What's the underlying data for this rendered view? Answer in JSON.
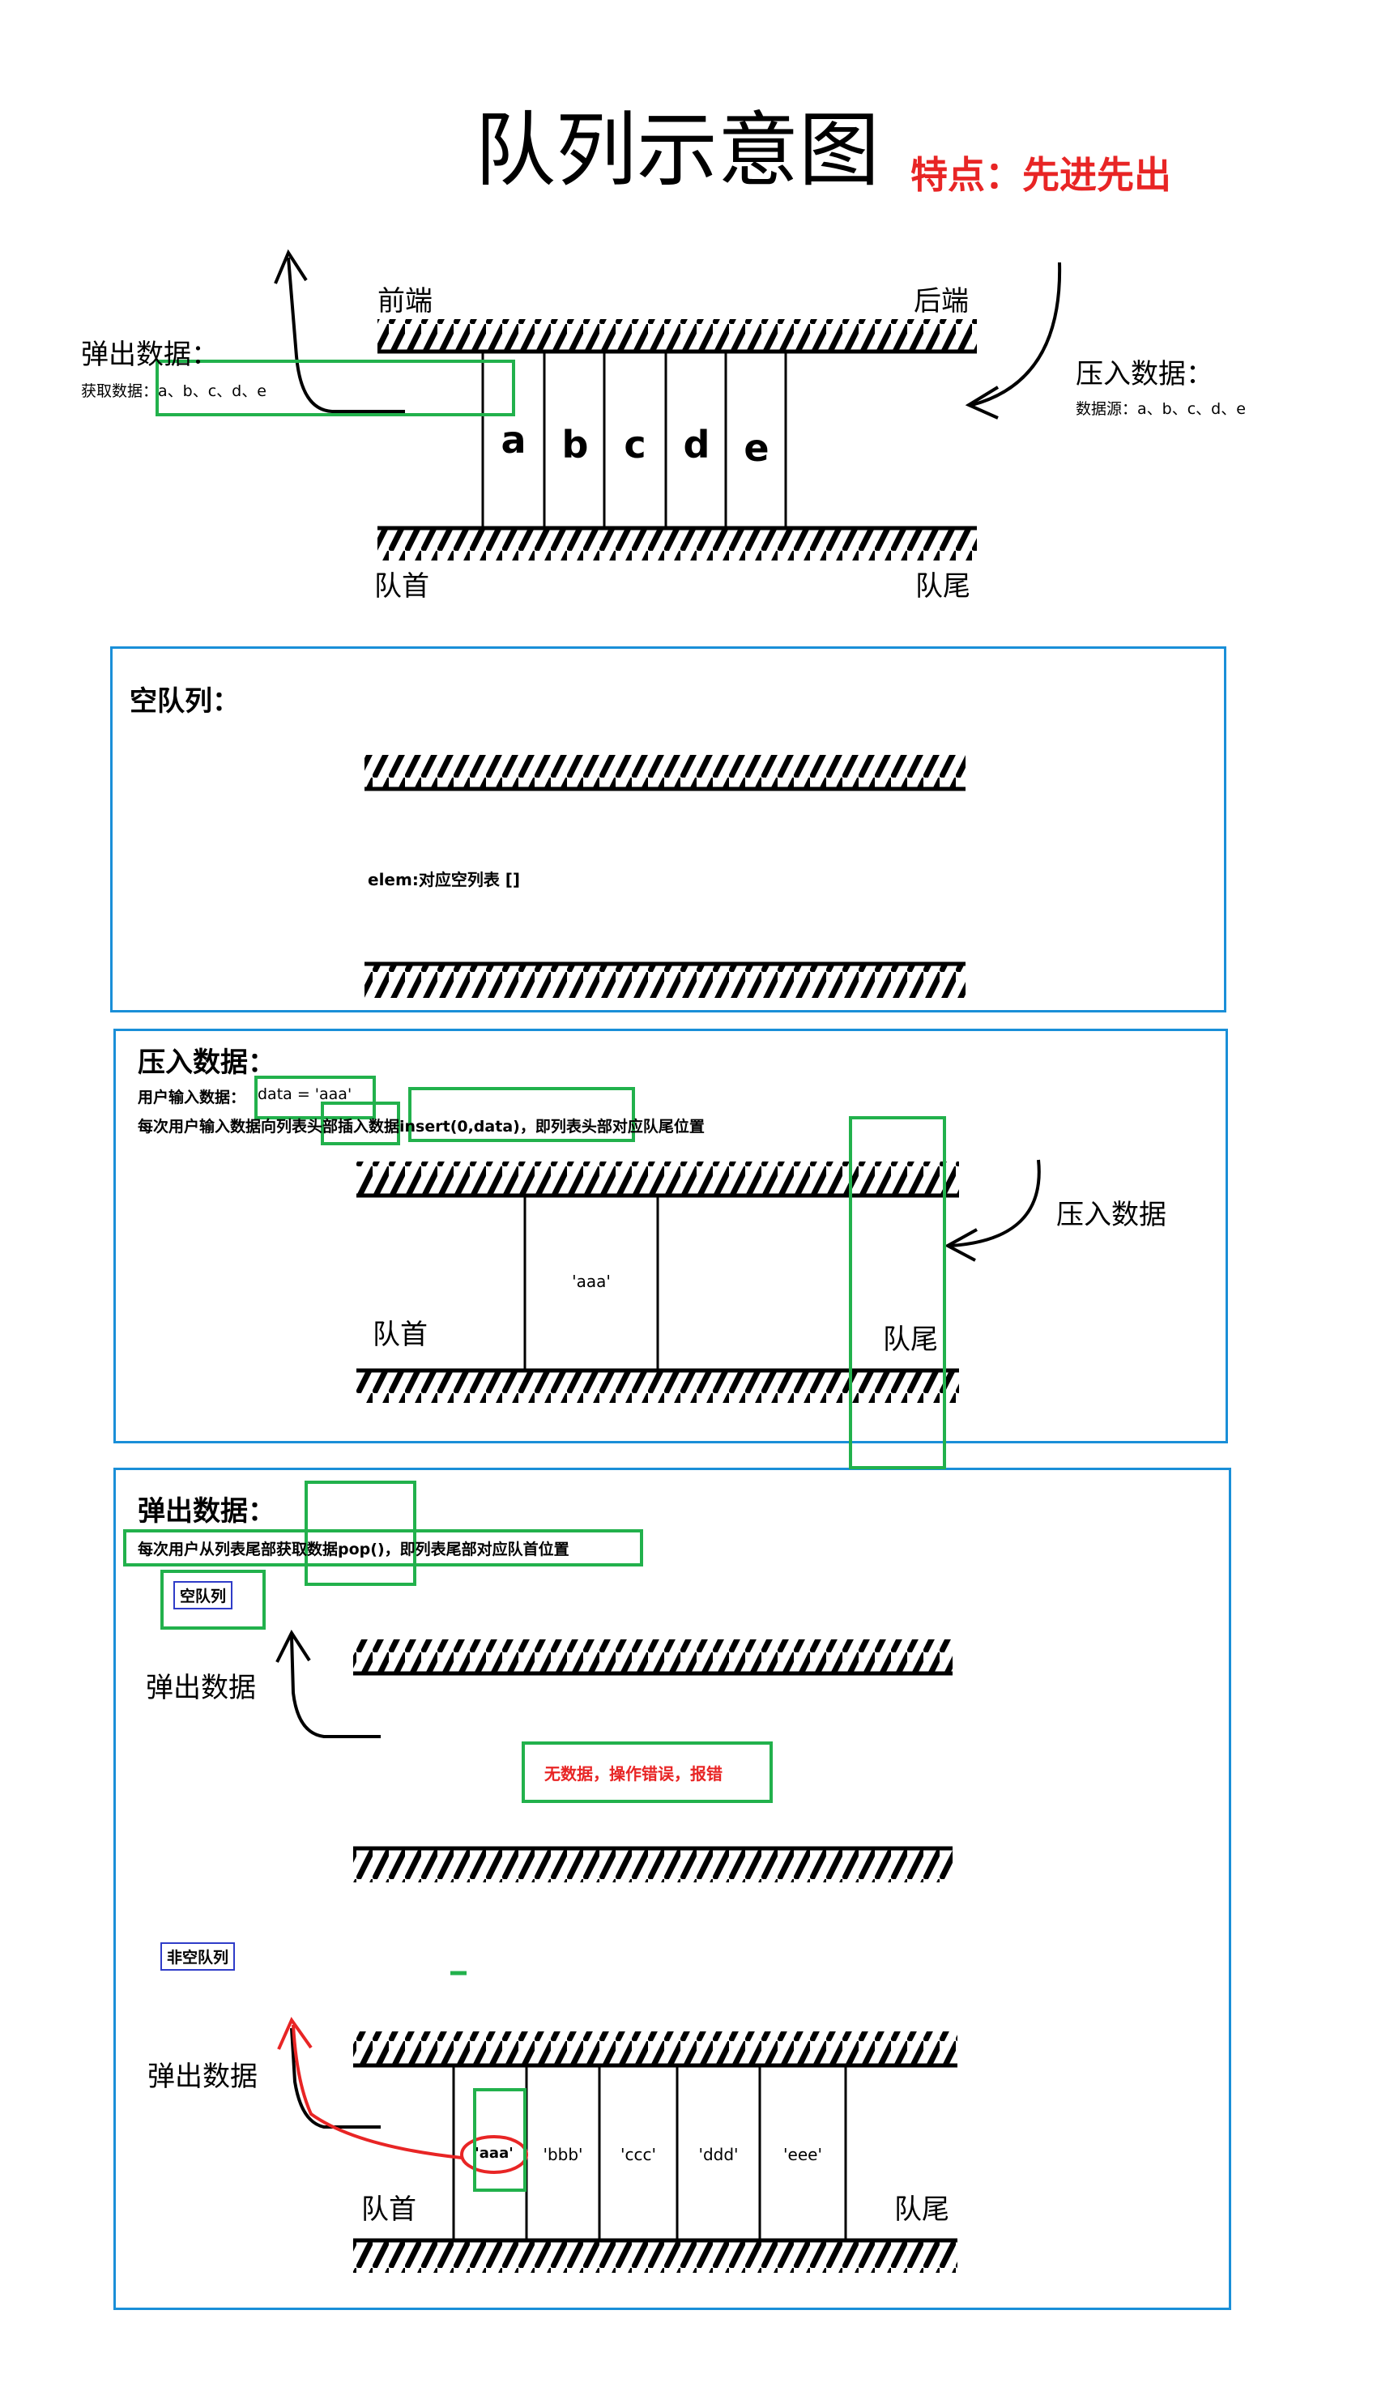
{
  "title": "队列示意图",
  "feature": "特点：先进先出",
  "top": {
    "front_label": "前端",
    "back_label": "后端",
    "head_label": "队首",
    "tail_label": "队尾",
    "pop_title": "弹出数据：",
    "pop_sub": "获取数据：a、b、c、d、e",
    "push_title": "压入数据：",
    "push_sub": "数据源：a、b、c、d、e",
    "cells": [
      "a",
      "b",
      "c",
      "d",
      "e"
    ]
  },
  "empty": {
    "title": "空队列：",
    "elem_text": "elem:对应空列表 []"
  },
  "push": {
    "title": "压入数据：",
    "line1_prefix": "用户输入数据：",
    "line1_value": "data = 'aaa'",
    "line2": "每次用户输入数据向列表头部插入数据insert(0,data)，即列表头部对应队尾位置",
    "cell": "'aaa'",
    "head_label": "队首",
    "tail_label": "队尾",
    "arrow_label": "压入数据"
  },
  "pop": {
    "title": "弹出数据：",
    "line1": "每次用户从列表尾部获取数据pop()，即列表尾部对应队首位置",
    "empty_tag": "空队列",
    "empty_arrow_label": "弹出数据",
    "error_text": "无数据，操作错误，报错",
    "nonempty_tag": "非空队列",
    "nonempty_arrow_label": "弹出数据",
    "cells": [
      "'aaa'",
      "'bbb'",
      "'ccc'",
      "'ddd'",
      "'eee'"
    ],
    "head_label": "队首",
    "tail_label": "队尾"
  },
  "colors": {
    "panel_border": "#1a8fd8",
    "highlight_green": "#22b14c",
    "accent_red": "#e82525",
    "tag_border": "#2f3cc8"
  }
}
